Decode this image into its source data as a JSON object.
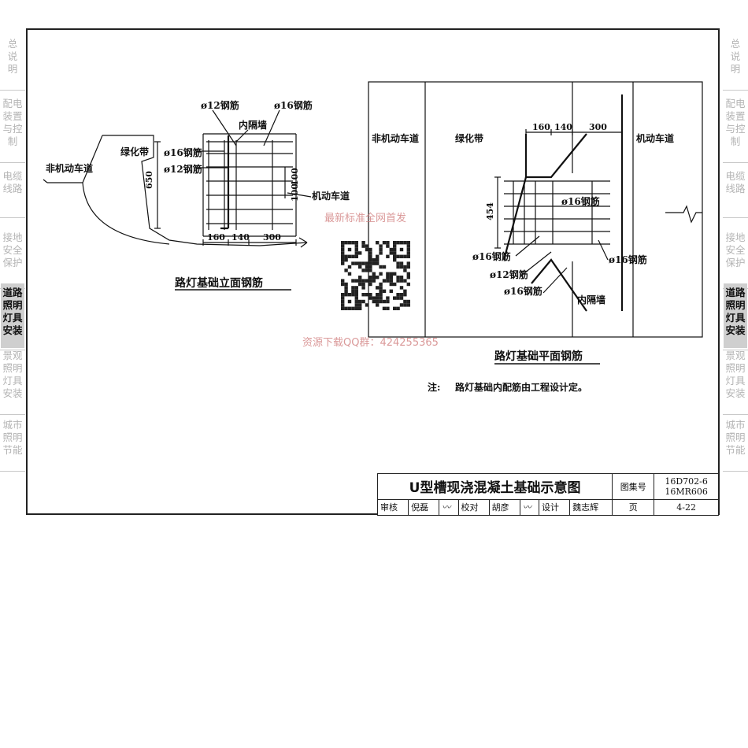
{
  "side_tabs": {
    "left": [
      {
        "text": "总\n说\n明",
        "active": false
      },
      {
        "text": "配电\n装置\n与控\n制",
        "active": false
      },
      {
        "text": "电缆\n线路",
        "active": false
      },
      {
        "text": "接地\n安全\n保护",
        "active": false
      },
      {
        "text": "道路\n照明\n灯具\n安装",
        "active": true
      },
      {
        "text": "景观\n照明\n灯具\n安装",
        "active": false
      },
      {
        "text": "城市\n照明\n节能",
        "active": false
      }
    ],
    "right": [
      {
        "text": "总\n说\n明",
        "active": false
      },
      {
        "text": "配电\n装置\n与控\n制",
        "active": false
      },
      {
        "text": "电缆\n线路",
        "active": false
      },
      {
        "text": "接地\n安全\n保护",
        "active": false
      },
      {
        "text": "道路\n照明\n灯具\n安装",
        "active": true
      },
      {
        "text": "景观\n照明\n灯具\n安装",
        "active": false
      },
      {
        "text": "城市\n照明\n节能",
        "active": false
      }
    ]
  },
  "elevation": {
    "caption": "路灯基础立面钢筋",
    "labels": {
      "non_motor_lane": "非机动车道",
      "green_belt": "绿化带",
      "motor_lane": "机动车道",
      "inner_wall": "内隔墙",
      "rebar_12_top": "ø12钢筋",
      "rebar_16_top": "ø16钢筋",
      "rebar_16_left": "ø16钢筋",
      "rebar_12_left": "ø12钢筋"
    },
    "dims": {
      "height": "650",
      "spacing_a": "100",
      "spacing_b": "100",
      "w1": "160",
      "w2": "140",
      "w3": "300"
    }
  },
  "plan": {
    "caption": "路灯基础平面钢筋",
    "labels": {
      "non_motor_lane": "非机动车道",
      "green_belt": "绿化带",
      "motor_lane": "机动车道",
      "inner_wall": "内隔墙",
      "rebar_16_mid": "ø16钢筋",
      "rebar_16_left": "ø16钢筋",
      "rebar_12_left": "ø12钢筋",
      "rebar_16_low": "ø16钢筋",
      "rebar_16_right": "ø16钢筋"
    },
    "dims": {
      "height": "454",
      "w1": "160",
      "w2": "140",
      "w3": "300"
    }
  },
  "note": {
    "prefix": "注:",
    "text": "路灯基础内配筋由工程设计定。"
  },
  "watermarks": {
    "top": "最新标准全网首发",
    "bottom": "资源下载QQ群：424255365"
  },
  "title_block": {
    "title": "U型槽现浇混凝土基础示意图",
    "atlas_label": "图集号",
    "atlas_no_1": "16D702-6",
    "atlas_no_2": "16MR606",
    "review_label": "审核",
    "review_name": "倪磊",
    "check_label": "校对",
    "check_name": "胡彦",
    "design_label": "设计",
    "design_name": "魏志辉",
    "page_label": "页",
    "page_no": "4-22"
  }
}
